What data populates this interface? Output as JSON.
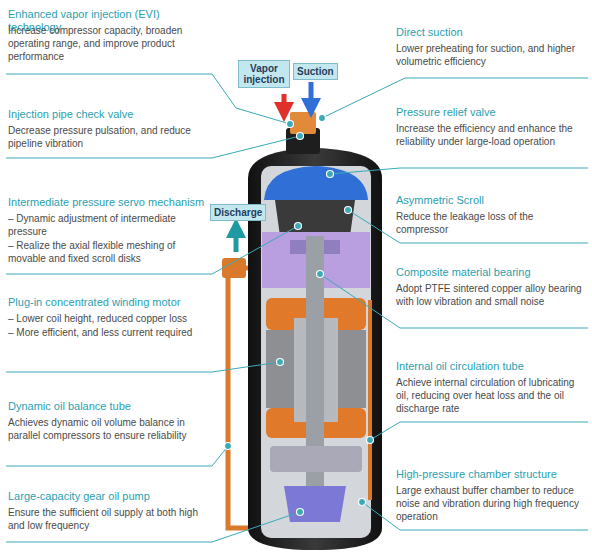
{
  "diagram": {
    "nodes": [
      {
        "text": [
          "Vapor injection"
        ]
      },
      {
        "text": [
          "Suction"
        ]
      },
      {
        "text": [
          "Discharge"
        ]
      }
    ],
    "labels": [
      "Enhanced vapor injection (EVI) technology",
      "Increase compressor capacity, broaden operating range, and improve product performance",
      "Direct suction",
      "Lower preheating for suction, and higher volumetric efficiency",
      "Injection pipe check valve",
      "Decrease pressure pulsation, and reduce pipeline vibration",
      "Pressure relief valve",
      "Increase the efficiency and enhance the reliability under large-load operation",
      "Intermediate pressure servo mechanism",
      "– Dynamic adjustment of intermediate pressure",
      "– Realize the axial flexible meshing of movable and fixed scroll disks",
      "Asymmetric Scroll",
      "Reduce the leakage loss of the compressor",
      "Composite material bearing",
      "Adopt PTFE sintered copper alloy bearing with low vibration and small noise",
      "Plug-in concentrated winding motor",
      "– Lower coil height, reduced copper loss",
      "– More efficient, and less current required",
      "Internal oil circulation tube",
      "Achieve internal circulation of lubricating oil, reducing over heat loss and the oil discharge rate",
      "Dynamic oil balance tube",
      "Achieves dynamic oil volume balance in parallel compressors to ensure reliability",
      "High-pressure chamber structure",
      "Large exhaust buffer chamber to reduce noise and vibration during high frequency operation",
      "Large-capacity gear oil pump",
      "Ensure the sufficient oil supply at both high and low frequency"
    ]
  }
}
